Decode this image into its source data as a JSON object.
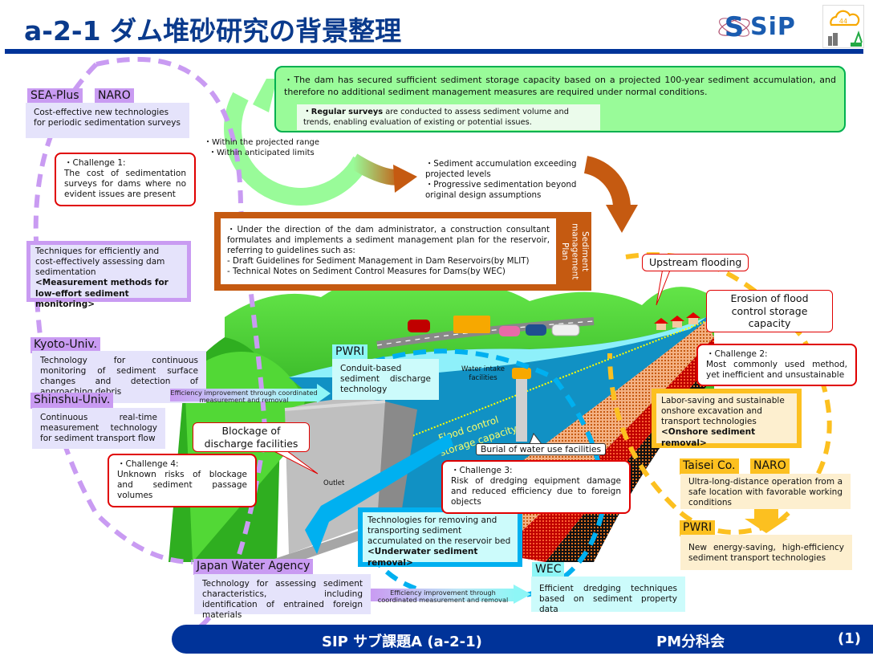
{
  "header": {
    "title": "a-2-1 ダム堆砂研究の背景整理",
    "logo_text": "SiP"
  },
  "cycle": {
    "normal_panel": {
      "main_text": "・The dam has secured sufficient sediment storage capacity based on a projected 100-year sediment accumulation, and therefore no additional sediment management measures are required under normal conditions.",
      "sub_bold": "・Regular surveys",
      "sub_text": " are conducted to assess sediment volume and trends, enabling evaluation of existing or potential issues."
    },
    "within_range": [
      "・Within the projected range",
      "・Within anticipated limits"
    ],
    "exceeding": [
      "・Sediment accumulation exceeding projected levels",
      "・Progressive sedimentation beyond original design assumptions"
    ],
    "plan_panel": {
      "side_label": "Sediment management Plan",
      "intro": "・Under the direction of the dam administrator, a construction consultant formulates and implements a sediment management plan for the reservoir, referring to guidelines such as:",
      "items": [
        "- Draft Guidelines for Sediment Management in Dam Reservoirs(by MLIT)",
        "- Technical Notes on Sediment Control Measures for Dams(by WEC)"
      ]
    }
  },
  "measurement_group": {
    "orgs_top": [
      "SEA-Plus",
      "NARO"
    ],
    "top_desc": "Cost-effective new technologies for periodic sedimentation surveys",
    "challenge1": {
      "title": "・Challenge 1:",
      "text": "The cost of sedimentation surveys for dams where no evident issues are present"
    },
    "category": {
      "text": "Techniques for efficiently and cost-effectively assessing dam sedimentation",
      "bold": "<Measurement methods for low-effort sediment monitoring>"
    },
    "kyoto": {
      "org": "Kyoto-Univ.",
      "desc": "Technology for continuous monitoring of sediment surface changes and detection of approaching debris"
    },
    "shinshu": {
      "org": "Shinshu-Univ.",
      "desc": "Continuous real-time measurement technology for sediment transport flow"
    },
    "jwa": {
      "org": "Japan Water Agency",
      "desc": "Technology for assessing sediment characteristics, including identification of entrained foreign materials"
    }
  },
  "flow_arrows": [
    "Efficiency improvement through coordinated measurement and removal",
    "Efficiency improvement through coordinated measurement and removal"
  ],
  "underwater_group": {
    "pwri": {
      "org": "PWRI",
      "desc": "Conduit-based sediment discharge technology"
    },
    "category": {
      "text": "Technologies for removing and transporting sediment accumulated on the reservoir bed",
      "bold": "<Underwater sediment removal>"
    },
    "wec": {
      "org": "WEC",
      "desc": "Efficient dredging techniques based on sediment property data"
    },
    "challenge3": {
      "title": "・Challenge 3:",
      "text": "Risk of dredging equipment damage and reduced efficiency due to foreign objects"
    }
  },
  "onshore_group": {
    "challenge2": {
      "title": "・Challenge 2:",
      "text": "Most commonly used method, yet inefficient and unsustainable"
    },
    "category": {
      "text": "Labor-saving and sustainable onshore excavation and transport technologies",
      "bold": "<Onshore sediment removal>"
    },
    "orgs": [
      "Taisei Co.",
      "NARO"
    ],
    "orgs_desc": "Ultra-long-distance operation from a safe location with favorable working conditions",
    "pwri": {
      "org": "PWRI",
      "desc": "New energy-saving, high-efficiency sediment transport technologies"
    }
  },
  "challenge4": {
    "title": "・Challenge 4:",
    "text": "Unknown risks of blockage and sediment passage volumes"
  },
  "illustration_labels": {
    "upstream_flooding": "Upstream flooding",
    "erosion": "Erosion of flood control storage capacity",
    "blockage": "Blockage of discharge facilities",
    "burial": "Burial of water use facilities",
    "water_intake": "Water intake facilities",
    "flood_control": "Flood control storage capacity",
    "outlet": "Outlet"
  },
  "footer": {
    "left": "SIP サブ課題A (a-2-1)",
    "center": "PM分科会",
    "page": "(1)"
  },
  "colors": {
    "brand_blue": "#003399",
    "measurement": "#c99bf2",
    "underwater": "#00b0f0",
    "onshore": "#fcc020",
    "challenge_red": "#e00000",
    "normal_green": "#99fb99",
    "plan_orange": "#c55a11"
  }
}
